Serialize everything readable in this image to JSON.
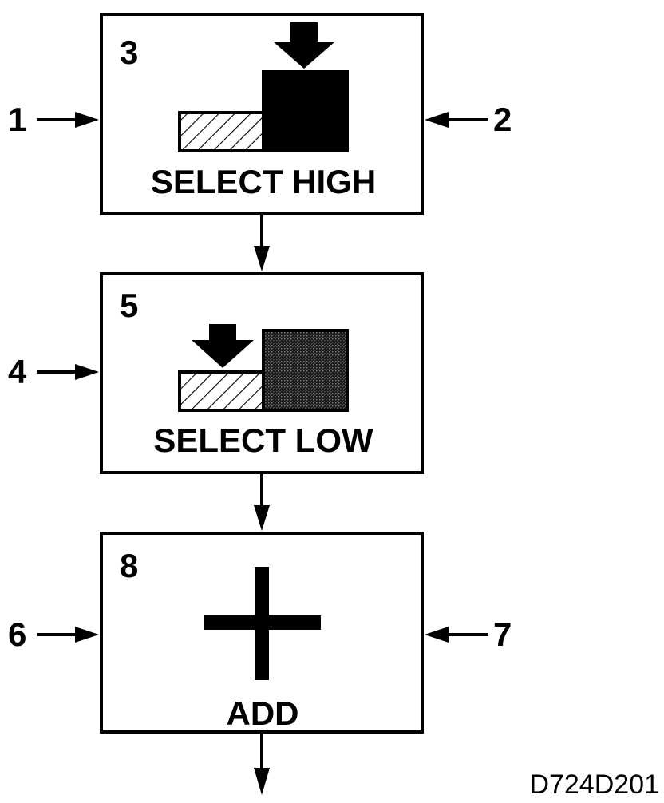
{
  "colors": {
    "ink": "#000000",
    "paper": "#ffffff",
    "low_block_stipple": "#333333"
  },
  "boxes": [
    {
      "number": "3",
      "label": "SELECT HIGH",
      "icon": "select-high-icon",
      "inputs": {
        "left": "1",
        "right": "2"
      }
    },
    {
      "number": "5",
      "label": "SELECT LOW",
      "icon": "select-low-icon",
      "inputs": {
        "left": "4"
      }
    },
    {
      "number": "8",
      "label": "ADD",
      "icon": "plus-icon",
      "inputs": {
        "left": "6",
        "right": "7"
      }
    }
  ],
  "figure_id": "D724D201"
}
